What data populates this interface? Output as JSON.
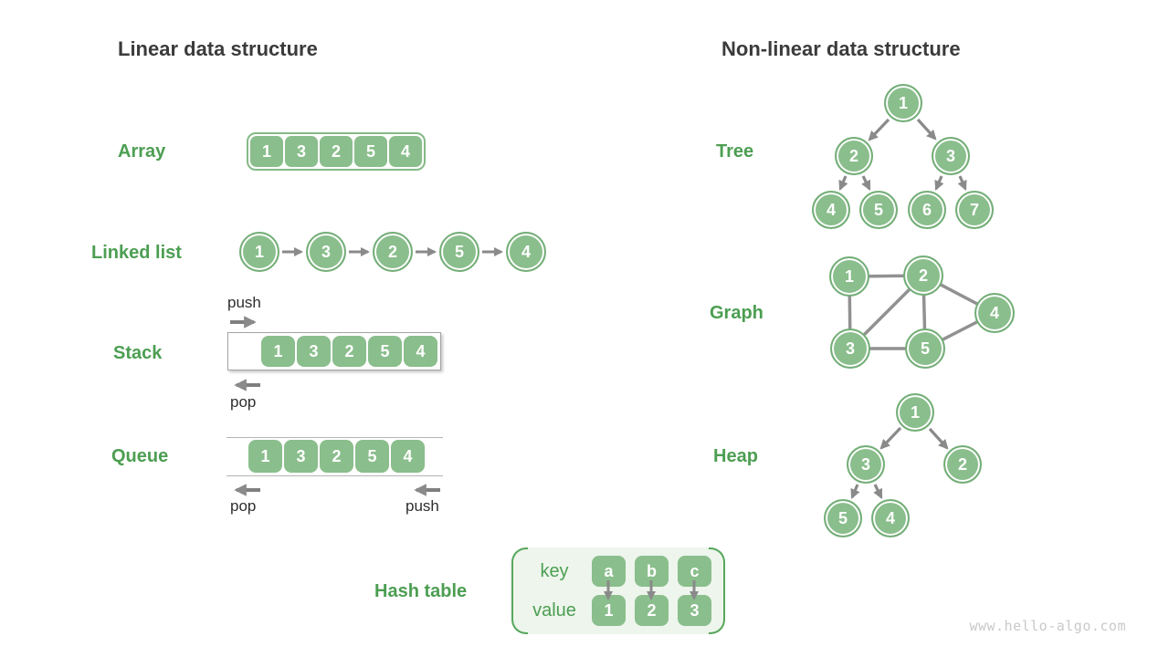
{
  "titles": {
    "linear": "Linear data structure",
    "nonlinear": "Non-linear data structure"
  },
  "watermark": "www.hello-algo.com",
  "array": {
    "label": "Array",
    "values": [
      "1",
      "3",
      "2",
      "5",
      "4"
    ]
  },
  "linked_list": {
    "label": "Linked list",
    "values": [
      "1",
      "3",
      "2",
      "5",
      "4"
    ]
  },
  "stack": {
    "label": "Stack",
    "values": [
      "1",
      "3",
      "2",
      "5",
      "4"
    ],
    "push": "push",
    "pop": "pop"
  },
  "queue": {
    "label": "Queue",
    "values": [
      "1",
      "3",
      "2",
      "5",
      "4"
    ],
    "push": "push",
    "pop": "pop"
  },
  "hash_table": {
    "label": "Hash table",
    "key_header": "key",
    "value_header": "value",
    "keys": [
      "a",
      "b",
      "c"
    ],
    "values": [
      "1",
      "2",
      "3"
    ]
  },
  "tree": {
    "label": "Tree",
    "nodes": [
      "1",
      "2",
      "3",
      "4",
      "5",
      "6",
      "7"
    ],
    "edges": [
      [
        "1",
        "2"
      ],
      [
        "1",
        "3"
      ],
      [
        "2",
        "4"
      ],
      [
        "2",
        "5"
      ],
      [
        "3",
        "6"
      ],
      [
        "3",
        "7"
      ]
    ]
  },
  "graph": {
    "label": "Graph",
    "nodes": [
      "1",
      "2",
      "4",
      "3",
      "5"
    ],
    "edges": [
      [
        "1",
        "2"
      ],
      [
        "1",
        "3"
      ],
      [
        "2",
        "3"
      ],
      [
        "2",
        "4"
      ],
      [
        "2",
        "5"
      ],
      [
        "3",
        "5"
      ],
      [
        "5",
        "4"
      ]
    ]
  },
  "heap": {
    "label": "Heap",
    "nodes": [
      "1",
      "3",
      "2",
      "5",
      "4"
    ],
    "edges": [
      [
        "1",
        "3"
      ],
      [
        "1",
        "2"
      ],
      [
        "3",
        "5"
      ],
      [
        "3",
        "4"
      ]
    ]
  },
  "colors": {
    "node_green": "#8abe8c",
    "label_green": "#4c9e52",
    "title_dark": "#3b3b3b",
    "arrow_gray": "#8a8a8a"
  }
}
